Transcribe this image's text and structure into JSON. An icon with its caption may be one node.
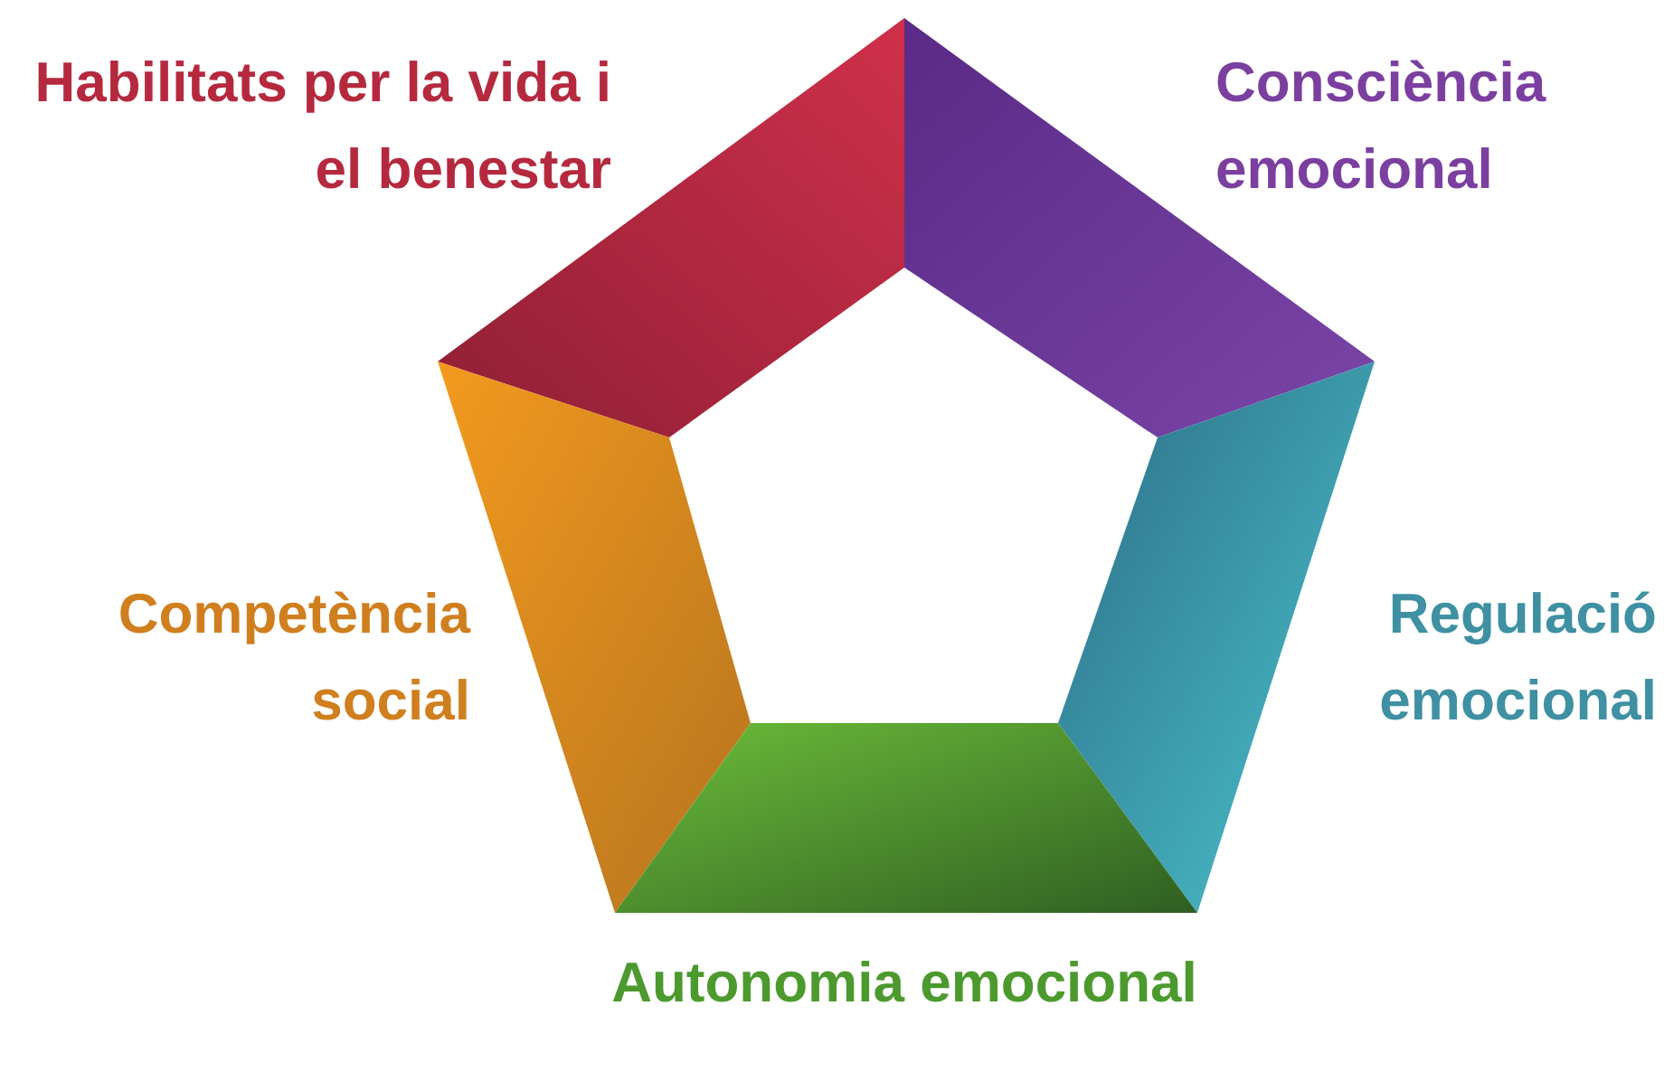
{
  "diagram": {
    "nodes": [
      {
        "text": [
          "Habilitats per la vida i el benestar"
        ]
      },
      {
        "text": [
          "Consciència emocional"
        ]
      },
      {
        "text": [
          "Competència social"
        ]
      },
      {
        "text": [
          "Regulació emocional"
        ]
      },
      {
        "text": [
          "Autonomia emocional"
        ]
      }
    ]
  }
}
